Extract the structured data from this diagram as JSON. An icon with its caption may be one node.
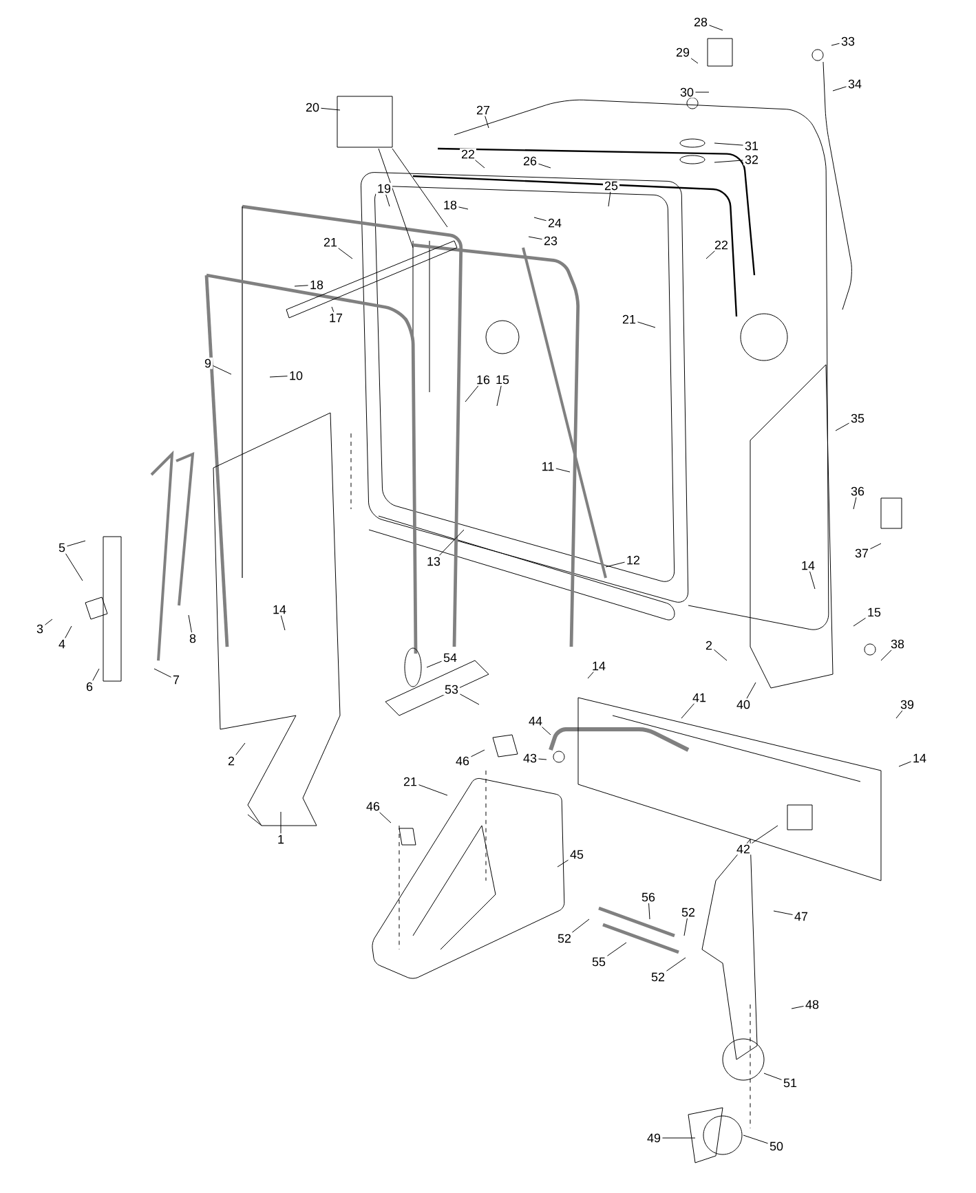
{
  "diagram": {
    "nodes": [
      {
        "text": [
          "28"
        ]
      },
      {
        "text": [
          "33"
        ]
      },
      {
        "text": [
          "29"
        ]
      },
      {
        "text": [
          "34"
        ]
      },
      {
        "text": [
          "30"
        ]
      },
      {
        "text": [
          "20"
        ]
      },
      {
        "text": [
          "27"
        ]
      },
      {
        "text": [
          "31"
        ]
      },
      {
        "text": [
          "22"
        ]
      },
      {
        "text": [
          "32"
        ]
      },
      {
        "text": [
          "26"
        ]
      },
      {
        "text": [
          "25"
        ]
      },
      {
        "text": [
          "19"
        ]
      },
      {
        "text": [
          "18"
        ]
      },
      {
        "text": [
          "24"
        ]
      },
      {
        "text": [
          "23"
        ]
      },
      {
        "text": [
          "21"
        ]
      },
      {
        "text": [
          "22"
        ]
      },
      {
        "text": [
          "18"
        ]
      },
      {
        "text": [
          "17"
        ]
      },
      {
        "text": [
          "21"
        ]
      },
      {
        "text": [
          "9"
        ]
      },
      {
        "text": [
          "10"
        ]
      },
      {
        "text": [
          "16"
        ]
      },
      {
        "text": [
          "15"
        ]
      },
      {
        "text": [
          "35"
        ]
      },
      {
        "text": [
          "11"
        ]
      },
      {
        "text": [
          "36"
        ]
      },
      {
        "text": [
          "5"
        ]
      },
      {
        "text": [
          "37"
        ]
      },
      {
        "text": [
          "12"
        ]
      },
      {
        "text": [
          "13"
        ]
      },
      {
        "text": [
          "14"
        ]
      },
      {
        "text": [
          "14"
        ]
      },
      {
        "text": [
          "15"
        ]
      },
      {
        "text": [
          "3"
        ]
      },
      {
        "text": [
          "8"
        ]
      },
      {
        "text": [
          "4"
        ]
      },
      {
        "text": [
          "2"
        ]
      },
      {
        "text": [
          "38"
        ]
      },
      {
        "text": [
          "54"
        ]
      },
      {
        "text": [
          "14"
        ]
      },
      {
        "text": [
          "7"
        ]
      },
      {
        "text": [
          "6"
        ]
      },
      {
        "text": [
          "53"
        ]
      },
      {
        "text": [
          "41"
        ]
      },
      {
        "text": [
          "40"
        ]
      },
      {
        "text": [
          "39"
        ]
      },
      {
        "text": [
          "44"
        ]
      },
      {
        "text": [
          "46"
        ]
      },
      {
        "text": [
          "43"
        ]
      },
      {
        "text": [
          "2"
        ]
      },
      {
        "text": [
          "14"
        ]
      },
      {
        "text": [
          "21"
        ]
      },
      {
        "text": [
          "46"
        ]
      },
      {
        "text": [
          "1"
        ]
      },
      {
        "text": [
          "42"
        ]
      },
      {
        "text": [
          "45"
        ]
      },
      {
        "text": [
          "56"
        ]
      },
      {
        "text": [
          "52"
        ]
      },
      {
        "text": [
          "47"
        ]
      },
      {
        "text": [
          "52"
        ]
      },
      {
        "text": [
          "55"
        ]
      },
      {
        "text": [
          "52"
        ]
      },
      {
        "text": [
          "48"
        ]
      },
      {
        "text": [
          "51"
        ]
      },
      {
        "text": [
          "49"
        ]
      },
      {
        "text": [
          "50"
        ]
      }
    ],
    "edges": [
      {
        "from": 0,
        "to": null,
        "arrow": "none"
      },
      {
        "from": 1,
        "to": null,
        "arrow": "none"
      },
      {
        "from": 2,
        "to": null,
        "arrow": "none"
      },
      {
        "from": 3,
        "to": null,
        "arrow": "none"
      },
      {
        "from": 4,
        "to": null,
        "arrow": "none"
      },
      {
        "from": 5,
        "to": null,
        "arrow": "none"
      },
      {
        "from": 6,
        "to": null,
        "arrow": "none"
      },
      {
        "from": 7,
        "to": null,
        "arrow": "none"
      },
      {
        "from": 8,
        "to": null,
        "arrow": "none"
      },
      {
        "from": 9,
        "to": null,
        "arrow": "none"
      },
      {
        "from": 10,
        "to": null,
        "arrow": "none"
      },
      {
        "from": 11,
        "to": null,
        "arrow": "none"
      },
      {
        "from": 12,
        "to": null,
        "arrow": "none"
      },
      {
        "from": 13,
        "to": null,
        "arrow": "none"
      },
      {
        "from": 14,
        "to": null,
        "arrow": "none"
      },
      {
        "from": 15,
        "to": null,
        "arrow": "none"
      },
      {
        "from": 16,
        "to": null,
        "arrow": "none"
      },
      {
        "from": 17,
        "to": null,
        "arrow": "none"
      },
      {
        "from": 18,
        "to": null,
        "arrow": "none"
      },
      {
        "from": 19,
        "to": null,
        "arrow": "none"
      },
      {
        "from": 20,
        "to": null,
        "arrow": "none"
      },
      {
        "from": 21,
        "to": null,
        "arrow": "none"
      },
      {
        "from": 22,
        "to": null,
        "arrow": "none"
      },
      {
        "from": 23,
        "to": null,
        "arrow": "none"
      },
      {
        "from": 24,
        "to": null,
        "arrow": "none"
      },
      {
        "from": 25,
        "to": null,
        "arrow": "none"
      },
      {
        "from": 26,
        "to": null,
        "arrow": "none"
      },
      {
        "from": 27,
        "to": null,
        "arrow": "none"
      },
      {
        "from": 28,
        "to": null,
        "arrow": "none"
      },
      {
        "from": 28,
        "to": null,
        "arrow": "none"
      },
      {
        "from": 29,
        "to": null,
        "arrow": "none"
      },
      {
        "from": 30,
        "to": null,
        "arrow": "none"
      },
      {
        "from": 31,
        "to": null,
        "arrow": "none"
      },
      {
        "from": 32,
        "to": null,
        "arrow": "none"
      },
      {
        "from": 33,
        "to": null,
        "arrow": "none"
      },
      {
        "from": 34,
        "to": null,
        "arrow": "none"
      },
      {
        "from": 35,
        "to": null,
        "arrow": "none"
      },
      {
        "from": 36,
        "to": null,
        "arrow": "none"
      },
      {
        "from": 37,
        "to": null,
        "arrow": "none"
      },
      {
        "from": 38,
        "to": null,
        "arrow": "none"
      },
      {
        "from": 39,
        "to": null,
        "arrow": "none"
      },
      {
        "from": 40,
        "to": null,
        "arrow": "none"
      },
      {
        "from": 41,
        "to": null,
        "arrow": "none"
      },
      {
        "from": 42,
        "to": null,
        "arrow": "none"
      },
      {
        "from": 43,
        "to": null,
        "arrow": "none"
      },
      {
        "from": 44,
        "to": null,
        "arrow": "none"
      },
      {
        "from": 45,
        "to": null,
        "arrow": "none"
      },
      {
        "from": 46,
        "to": null,
        "arrow": "none"
      },
      {
        "from": 47,
        "to": null,
        "arrow": "none"
      },
      {
        "from": 48,
        "to": null,
        "arrow": "none"
      },
      {
        "from": 49,
        "to": null,
        "arrow": "none"
      },
      {
        "from": 50,
        "to": null,
        "arrow": "none"
      },
      {
        "from": 51,
        "to": null,
        "arrow": "none"
      },
      {
        "from": 52,
        "to": null,
        "arrow": "none"
      },
      {
        "from": 53,
        "to": null,
        "arrow": "none"
      },
      {
        "from": 54,
        "to": null,
        "arrow": "none"
      },
      {
        "from": 55,
        "to": null,
        "arrow": "none"
      },
      {
        "from": 56,
        "to": null,
        "arrow": "none"
      },
      {
        "from": 57,
        "to": null,
        "arrow": "none"
      },
      {
        "from": 58,
        "to": null,
        "arrow": "none"
      },
      {
        "from": 59,
        "to": null,
        "arrow": "none"
      },
      {
        "from": 60,
        "to": null,
        "arrow": "none"
      },
      {
        "from": 61,
        "to": null,
        "arrow": "none"
      },
      {
        "from": 62,
        "to": null,
        "arrow": "none"
      },
      {
        "from": 63,
        "to": null,
        "arrow": "none"
      },
      {
        "from": 64,
        "to": null,
        "arrow": "none"
      },
      {
        "from": 65,
        "to": null,
        "arrow": "none"
      },
      {
        "from": 66,
        "to": null,
        "arrow": "none"
      },
      {
        "from": 67,
        "to": null,
        "arrow": "none"
      }
    ]
  }
}
